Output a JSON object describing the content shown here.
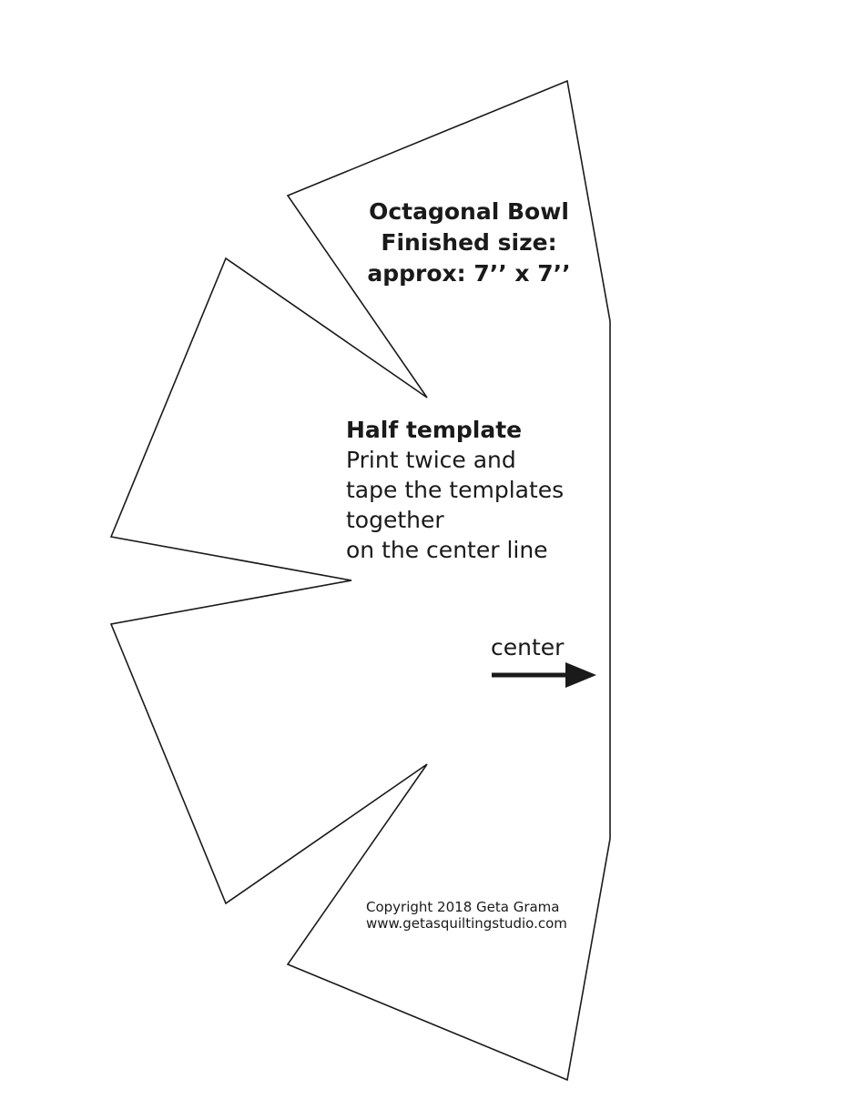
{
  "title": {
    "line1": "Octagonal Bowl",
    "line2": "Finished size:",
    "line3": "approx: 7’’ x 7’’"
  },
  "instructions": {
    "heading": "Half template",
    "line1": "Print twice and",
    "line2": "tape the templates",
    "line3": "together",
    "line4": "on the center line"
  },
  "center_label": "center",
  "copyright": {
    "line1": "Copyright 2018 Geta Grama",
    "line2": "www.getasquiltingstudio.com"
  },
  "colors": {
    "outline": "#1a1a1a",
    "background": "#ffffff"
  },
  "icons": {
    "arrow": "right-arrow-icon"
  }
}
